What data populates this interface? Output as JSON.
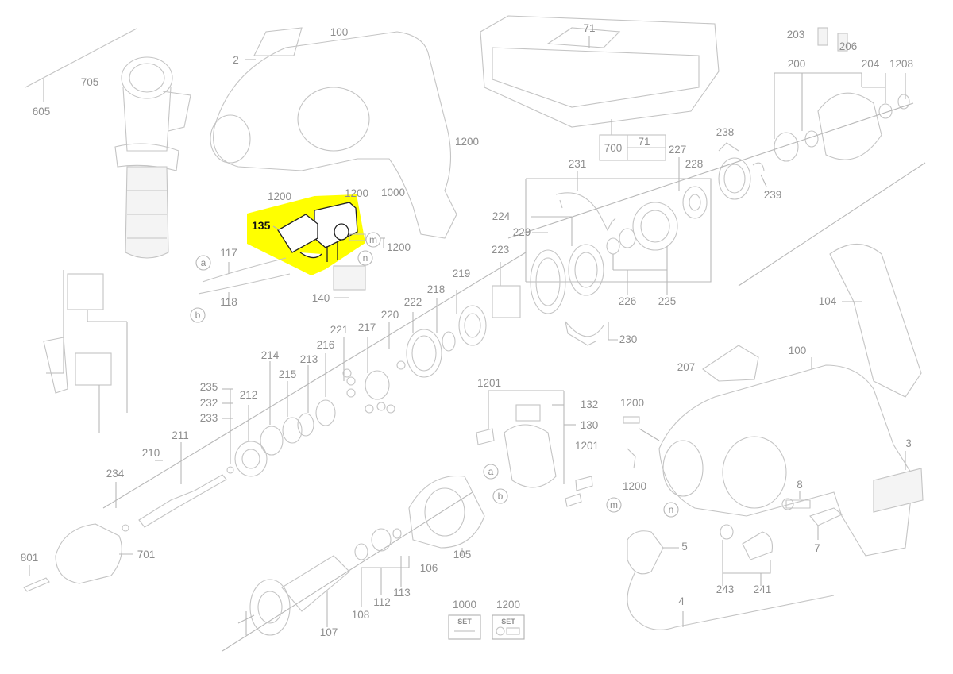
{
  "highlight": {
    "part_number": "135",
    "color": "#ffff00"
  },
  "part_numbers": [
    "605",
    "705",
    "2",
    "100",
    "71",
    "203",
    "206",
    "200",
    "204",
    "1208",
    "1200",
    "1000",
    "1200",
    "1200",
    "238",
    "227",
    "228",
    "239",
    "700",
    "71",
    "231",
    "224",
    "229",
    "223",
    "1200",
    "117",
    "118",
    "140",
    "226",
    "225",
    "219",
    "218",
    "222",
    "230",
    "104",
    "221",
    "217",
    "220",
    "216",
    "213",
    "215",
    "214",
    "212",
    "235",
    "232",
    "233",
    "211",
    "210",
    "234",
    "801",
    "701",
    "207",
    "100",
    "1201",
    "132",
    "130",
    "1201",
    "1200",
    "1200",
    "3",
    "8",
    "7",
    "5",
    "243",
    "241",
    "106",
    "105",
    "108",
    "112",
    "113",
    "107",
    "4"
  ],
  "circle_labels": {
    "a": "a",
    "b": "b",
    "m": "m",
    "n": "n"
  },
  "set_boxes": [
    {
      "number": "1000",
      "text": "SET"
    },
    {
      "number": "1200",
      "text": "SET"
    }
  ]
}
